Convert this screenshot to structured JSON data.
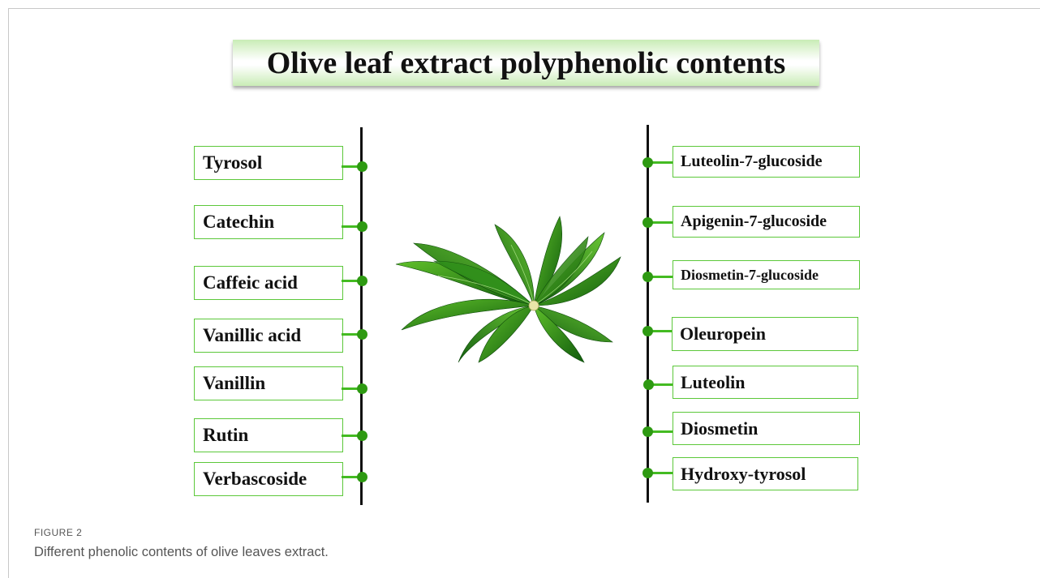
{
  "diagram": {
    "title": "Olive leaf extract polyphenolic contents",
    "left_items": [
      "Tyrosol",
      "Catechin",
      "Caffeic acid",
      "Vanillic acid",
      "Vanillin",
      "Rutin",
      "Verbascoside"
    ],
    "right_items": [
      "Luteolin-7-glucoside",
      "Apigenin-7-glucoside",
      "Diosmetin-7-glucoside",
      "Oleuropein",
      "Luteolin",
      "Diosmetin",
      "Hydroxy-tyrosol"
    ],
    "accent_color": "#5cc83a",
    "dot_color": "#2e9a12",
    "center_image": "olive-leaf-sprig"
  },
  "figure": {
    "label": "FIGURE 2",
    "caption": "Different phenolic contents of olive leaves extract."
  }
}
